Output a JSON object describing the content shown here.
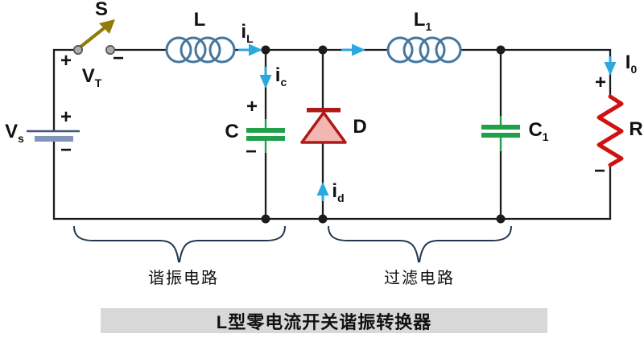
{
  "title": {
    "text": "L型零电流开关谐振转换器"
  },
  "section_labels": {
    "resonant": "谐振电路",
    "filter": "过滤电路"
  },
  "components": {
    "switch": "S",
    "switch_voltage": {
      "base": "V",
      "sub": "T"
    },
    "source_voltage": {
      "base": "V",
      "sub": "s"
    },
    "inductor": "L",
    "inductor_current": {
      "base": "i",
      "sub": "L"
    },
    "capacitor": "C",
    "capacitor_current": {
      "base": "i",
      "sub": "c"
    },
    "diode": "D",
    "diode_current": {
      "base": "i",
      "sub": "d"
    },
    "filter_inductor": {
      "base": "L",
      "sub": "1"
    },
    "filter_capacitor": {
      "base": "C",
      "sub": "1"
    },
    "output_current": {
      "base": "I",
      "sub": "0"
    },
    "resistor": "R"
  },
  "polarity": {
    "switch_plus": "+",
    "switch_minus": "−",
    "source_plus": "+",
    "source_minus": "−",
    "capacitor_plus": "+",
    "capacitor_minus": "−",
    "load_plus": "+",
    "load_minus": "−"
  },
  "colors": {
    "wire": "#1c1c1c",
    "inductor": "#44779f",
    "current_arrow": "#2aa9e1",
    "capacitor": "#1fa14a",
    "diode_fill": "#f3b6b2",
    "diode_stroke": "#ad1a17",
    "resistor": "#d01111",
    "battery_plate": "#8296bc",
    "battery_line": "#3f5678",
    "switch_arrow": "#8d7c08",
    "terminal_fill": "#ababab",
    "terminal_stroke": "#4f4f4f",
    "brace": "#253652",
    "title_box_bg": "#d8d8d8",
    "text": "#111111"
  }
}
